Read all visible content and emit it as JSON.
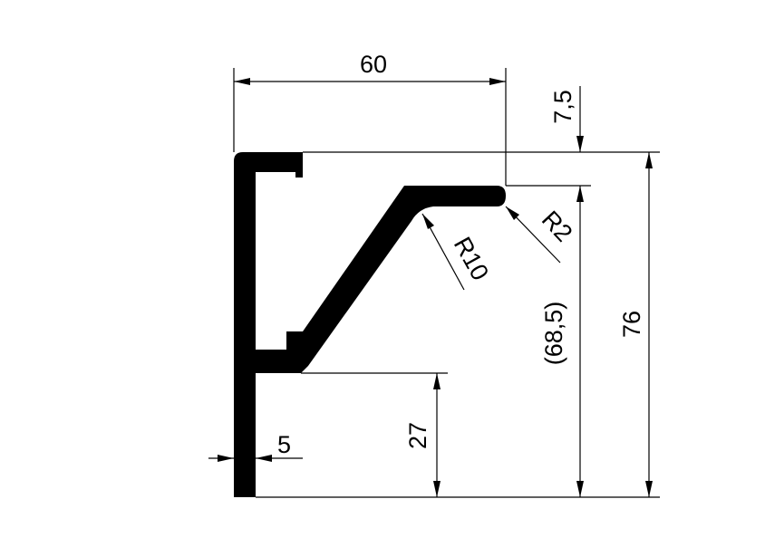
{
  "drawing": {
    "colors": {
      "stroke": "#000000",
      "fill": "#000000",
      "background": "#ffffff"
    },
    "dimensions": {
      "width_top": "60",
      "top_offset": "7,5",
      "total_height": "76",
      "reference_height": "(68,5)",
      "lower_height": "27",
      "wall_thickness": "5",
      "radius_inner": "R10",
      "radius_tip": "R2"
    }
  }
}
